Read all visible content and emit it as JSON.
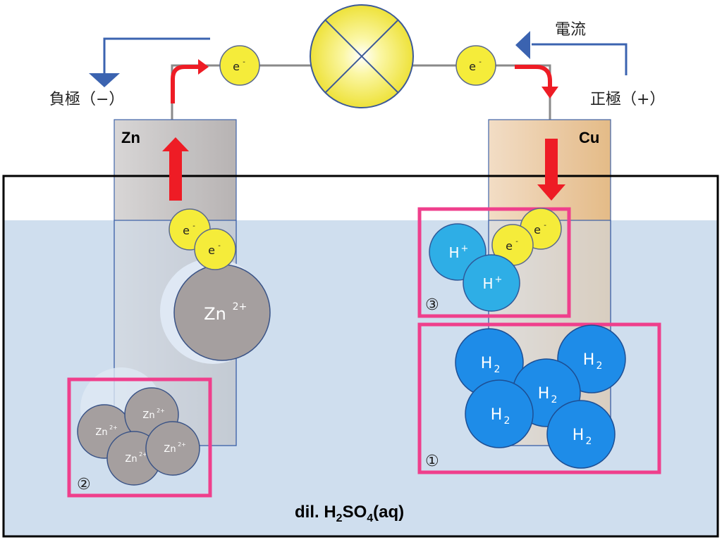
{
  "labels": {
    "anode_pole": "負極（−）",
    "cathode_pole": "正極（+）",
    "current": "電流",
    "zn_electrode": "Zn",
    "cu_electrode": "Cu",
    "solution_prefix": "dil. H",
    "solution_sub2": "2",
    "solution_mid": "SO",
    "solution_sub4": "4",
    "solution_suffix": "(aq)"
  },
  "particles": {
    "electron": "e",
    "electron_sup": "-",
    "zn_ion": "Zn",
    "zn_ion_sup": "2+",
    "h_ion": "H",
    "h_ion_sup": "+",
    "h2": "H",
    "h2_sub": "2"
  },
  "steps": {
    "step1": "①",
    "step2": "②",
    "step3": "③"
  },
  "colors": {
    "solution": "#cfdeee",
    "zinc": "#a59f9f",
    "copper": "#e8c69b",
    "electron": "#f5ec3a",
    "h_ion": "#2eaee6",
    "h2": "#1e8ce8",
    "highlight_box": "#ef3f8c",
    "red_arrow": "#ee1c25",
    "blue_arrow": "#3b63b0"
  }
}
